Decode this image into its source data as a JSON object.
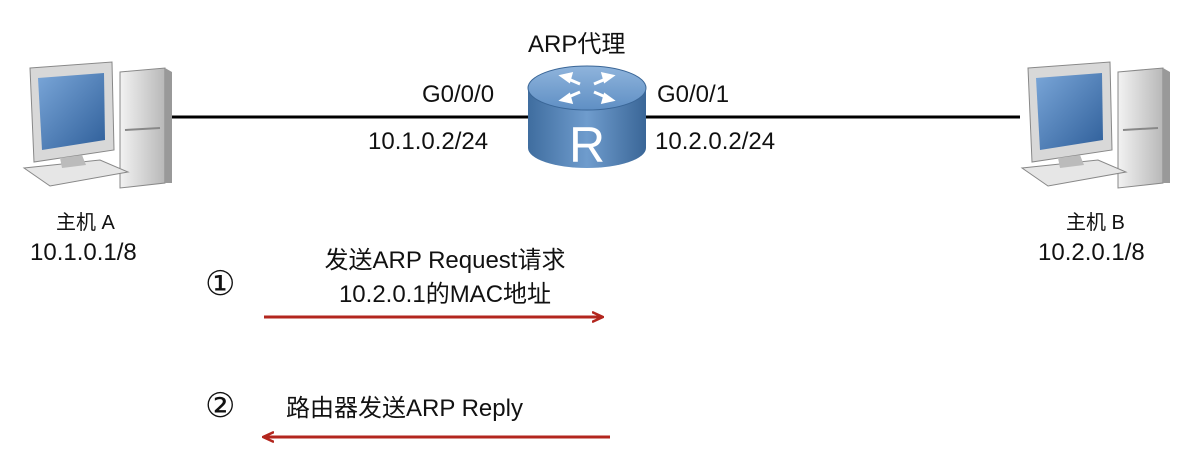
{
  "router": {
    "title": "ARP代理",
    "port_left": "G0/0/0",
    "port_right": "G0/0/1",
    "ip_left": "10.1.0.2/24",
    "ip_right": "10.2.0.2/24",
    "icon": "router-icon"
  },
  "host_a": {
    "name": "主机 A",
    "ip": "10.1.0.1/8",
    "icon": "computer-icon"
  },
  "host_b": {
    "name": "主机 B",
    "ip": "10.2.0.1/8",
    "icon": "computer-icon"
  },
  "steps": [
    {
      "number": "①",
      "line1": "发送ARP Request请求",
      "line2": "10.2.0.1的MAC地址",
      "direction": "right"
    },
    {
      "number": "②",
      "line1": "路由器发送ARP Reply",
      "direction": "left"
    }
  ],
  "colors": {
    "arrow": "#b3261e",
    "link": "#000000",
    "router_body": "#4a7bb0"
  }
}
